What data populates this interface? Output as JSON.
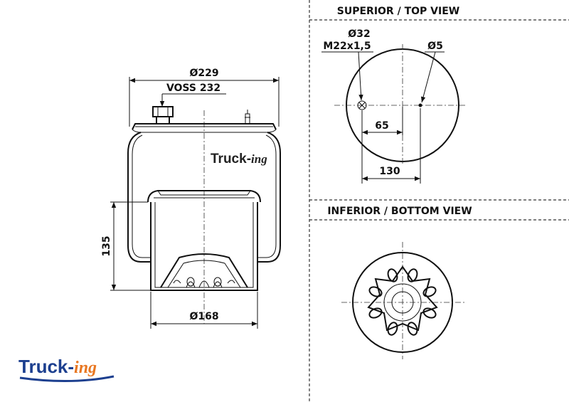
{
  "sections": {
    "top_view_title": "SUPERIOR / TOP VIEW",
    "bottom_view_title": "INFERIOR / BOTTOM VIEW"
  },
  "side_view": {
    "dim_top_diameter": "Ø229",
    "connector_label": "VOSS 232",
    "dim_height": "135",
    "dim_piston_diameter": "Ø168",
    "watermark_main": "Truck-",
    "watermark_suffix": "ing"
  },
  "top_view": {
    "dim_port_diameter": "Ø32",
    "dim_thread": "M22x1,5",
    "dim_pin_diameter": "Ø5",
    "dim_port_offset": "65",
    "dim_pin_offset": "130"
  },
  "brand": {
    "logo_main": "Truck-",
    "logo_suffix": "ing",
    "color_blue": "#1c3f8f",
    "color_orange": "#e87722",
    "color_line": "#111111"
  }
}
